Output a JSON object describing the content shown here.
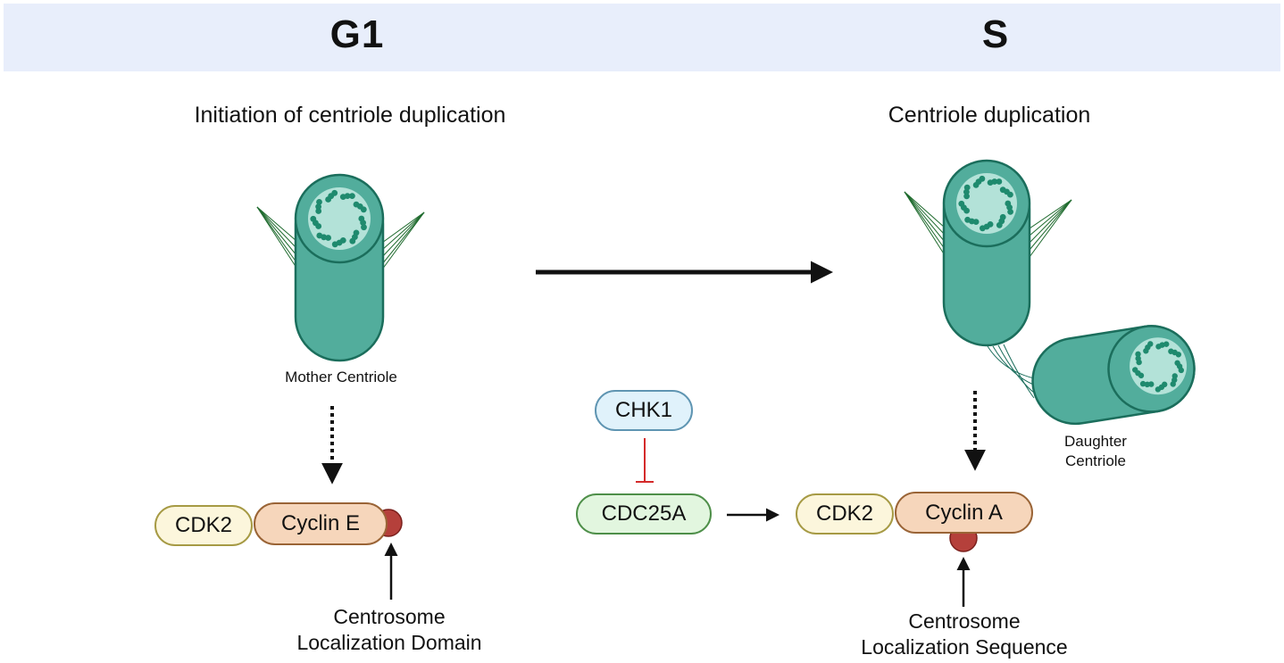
{
  "phases": {
    "left": "G1",
    "right": "S"
  },
  "headings": {
    "left": "Initiation of centriole duplication",
    "right": "Centriole duplication"
  },
  "centrioles": {
    "mother": "Mother Centriole",
    "daughter_line1": "Daughter",
    "daughter_line2": "Centriole"
  },
  "proteins": {
    "cdk2_left": "CDK2",
    "cyclin_e": "Cyclin E",
    "chk1": "CHK1",
    "cdc25a": "CDC25A",
    "cdk2_right": "CDK2",
    "cyclin_a": "Cyclin A"
  },
  "annotations": {
    "left_line1": "Centrosome",
    "left_line2": "Localization Domain",
    "right_line1": "Centrosome",
    "right_line2": "Localization Sequence"
  },
  "colors": {
    "phase_bar": "#e8eefb",
    "centriole_body": "#52ad9c",
    "centriole_outline": "#1b6e5c",
    "centriole_lumen": "#b3e2d8",
    "microtubule_dot": "#1f8a6e",
    "localization_dot": "#b5403b",
    "inhibition": "#d42a2a"
  }
}
